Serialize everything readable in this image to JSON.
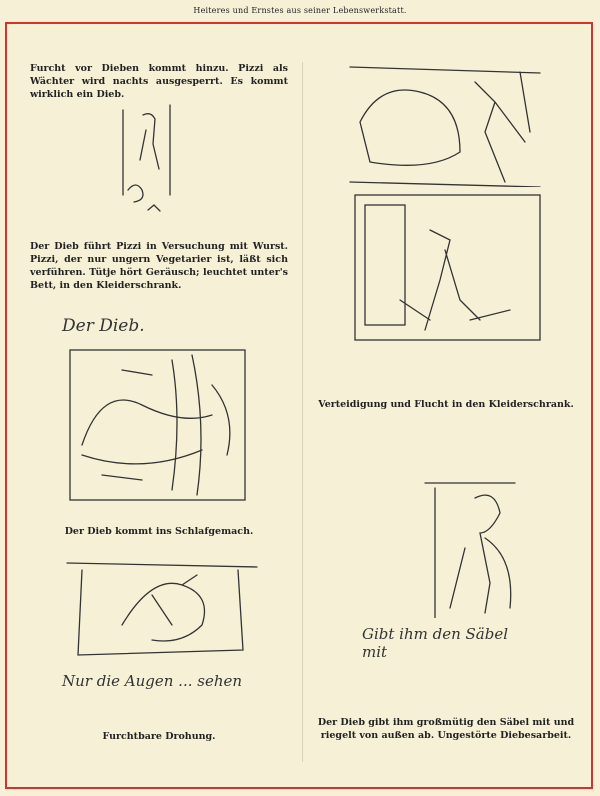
{
  "header": {
    "title": "Heiteres und Ernstes aus seiner Lebenswerkstatt."
  },
  "captions": {
    "c1": "Furcht vor Dieben kommt hinzu. Pizzi als Wächter wird nachts ausgesperrt. Es kommt wirklich ein Dieb.",
    "c2": "Der Dieb führt Pizzi in Versuchung mit Wurst. Pizzi, der nur ungern Vegetarier ist, läßt sich verführen. Tütje hört Geräusch; leuchtet unter's Bett, in den Kleiderschrank.",
    "c3": "Der Dieb kommt ins Schlafgemach.",
    "c4": "Furchtbare Drohung.",
    "c5": "Verteidigung und Flucht in den Kleiderschrank.",
    "c6": "Der Dieb gibt ihm großmütig den Säbel mit und riegelt von außen ab. Ungestörte Diebesarbeit."
  },
  "handwriting": {
    "h1": "Der Dieb.",
    "h2": "Nur die Augen ... sehen",
    "h3": "Gibt ihm den Säbel mit"
  }
}
